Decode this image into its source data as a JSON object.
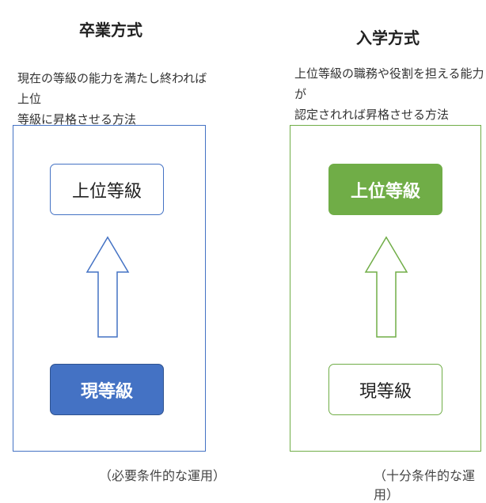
{
  "left": {
    "title": "卒業方式",
    "description": [
      "現在の等級の能力を満たし終われば上位",
      "等級に昇格させる方法"
    ],
    "top_box": "上位等級",
    "bottom_box": "現等級",
    "note": "（必要条件的な運用）"
  },
  "right": {
    "title": "入学方式",
    "description": [
      "上位等級の職務や役割を担える能力が",
      "認定されれば昇格させる方法"
    ],
    "top_box": "上位等級",
    "bottom_box": "現等級",
    "note": "（十分条件的な運用）"
  },
  "colors": {
    "blue": "#4472C4",
    "green": "#70AD47",
    "white": "#FFFFFF"
  }
}
